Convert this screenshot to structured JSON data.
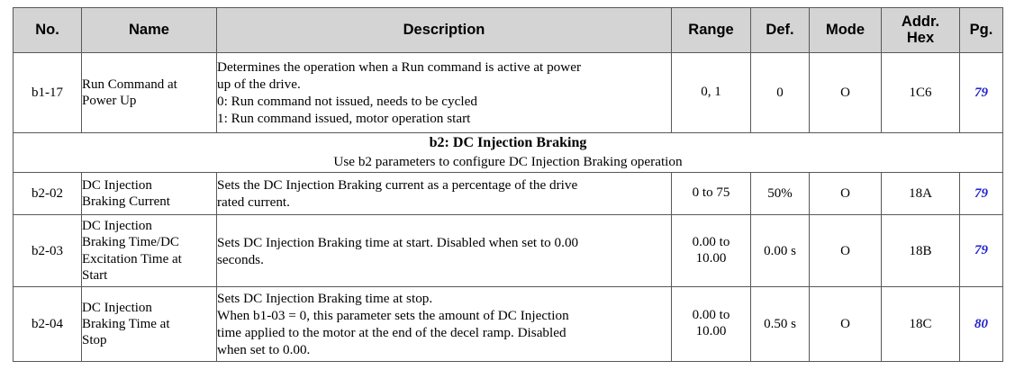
{
  "table": {
    "columns": [
      {
        "key": "no",
        "label": "No."
      },
      {
        "key": "name",
        "label": "Name"
      },
      {
        "key": "desc",
        "label": "Description"
      },
      {
        "key": "range",
        "label": "Range"
      },
      {
        "key": "def",
        "label": "Def."
      },
      {
        "key": "mode",
        "label": "Mode"
      },
      {
        "key": "addr_line1",
        "label": "Addr."
      },
      {
        "key": "addr_line2",
        "label": "Hex"
      },
      {
        "key": "pg",
        "label": "Pg."
      }
    ],
    "colors": {
      "header_background": "#d4d4d4",
      "border": "#58585a",
      "page_link": "#2222cc",
      "text": "#000000",
      "background": "#ffffff"
    },
    "rows": [
      {
        "type": "parameter",
        "no": "b1-17",
        "name_lines": [
          "Run Command at",
          "Power Up"
        ],
        "desc_lines": [
          "Determines the operation when a Run command is active at power",
          "up of the drive.",
          "0: Run command not issued, needs to be cycled",
          "1: Run command issued, motor operation start"
        ],
        "range_lines": [
          "0, 1"
        ],
        "def": "0",
        "mode": "O",
        "addr": "1C6",
        "pg": "79"
      },
      {
        "type": "section",
        "title": "b2: DC Injection Braking",
        "subtitle": "Use b2 parameters to configure DC Injection Braking operation"
      },
      {
        "type": "parameter",
        "no": "b2-02",
        "name_lines": [
          "DC Injection",
          "Braking Current"
        ],
        "desc_lines": [
          "Sets the DC Injection Braking current as a percentage of the drive",
          "rated current."
        ],
        "range_lines": [
          "0 to 75"
        ],
        "def": "50%",
        "mode": "O",
        "addr": "18A",
        "pg": "79"
      },
      {
        "type": "parameter",
        "no": "b2-03",
        "name_lines": [
          "DC Injection",
          "Braking Time/DC",
          "Excitation Time at",
          "Start"
        ],
        "desc_lines": [
          "Sets DC Injection Braking time at start. Disabled when set to 0.00",
          "seconds."
        ],
        "range_lines": [
          "0.00 to",
          "10.00"
        ],
        "def": "0.00 s",
        "mode": "O",
        "addr": "18B",
        "pg": "79"
      },
      {
        "type": "parameter",
        "no": "b2-04",
        "name_lines": [
          "DC Injection",
          "Braking Time at",
          "Stop"
        ],
        "desc_lines": [
          "Sets DC Injection Braking time at stop.",
          "When b1-03 = 0, this parameter sets the amount of DC Injection",
          "time applied to the motor at the end of the decel ramp. Disabled",
          "when set to 0.00."
        ],
        "range_lines": [
          "0.00 to",
          "10.00"
        ],
        "def": "0.50 s",
        "mode": "O",
        "addr": "18C",
        "pg": "80"
      }
    ]
  }
}
